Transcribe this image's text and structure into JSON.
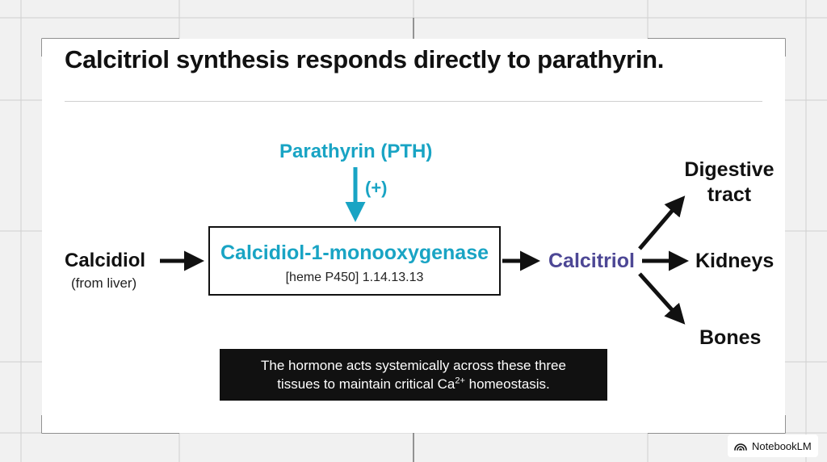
{
  "title": "Calcitriol synthesis responds directly to parathyrin.",
  "regulator": {
    "label": "Parathyrin (PTH)",
    "effect": "(+)"
  },
  "substrate": {
    "label": "Calcidiol",
    "sublabel": "(from liver)"
  },
  "enzyme": {
    "label": "Calcidiol-1-monooxygenase",
    "sublabel": "[heme P450] 1.14.13.13"
  },
  "product": {
    "label": "Calcitriol"
  },
  "targets": [
    {
      "label_line1": "Digestive",
      "label_line2": "tract"
    },
    {
      "label": "Kidneys"
    },
    {
      "label": "Bones"
    }
  ],
  "caption": {
    "line1": "The hormone acts systemically across these three",
    "line2_pre": "tissues to maintain critical Ca",
    "line2_sup": "2+",
    "line2_post": " homeostasis."
  },
  "badge": {
    "label": "NotebookLM",
    "icon": "notebooklm-logo-icon"
  },
  "colors": {
    "regulator": "#19a4c4",
    "enzyme": "#19a4c4",
    "product": "#4d4795",
    "text": "#111111"
  }
}
